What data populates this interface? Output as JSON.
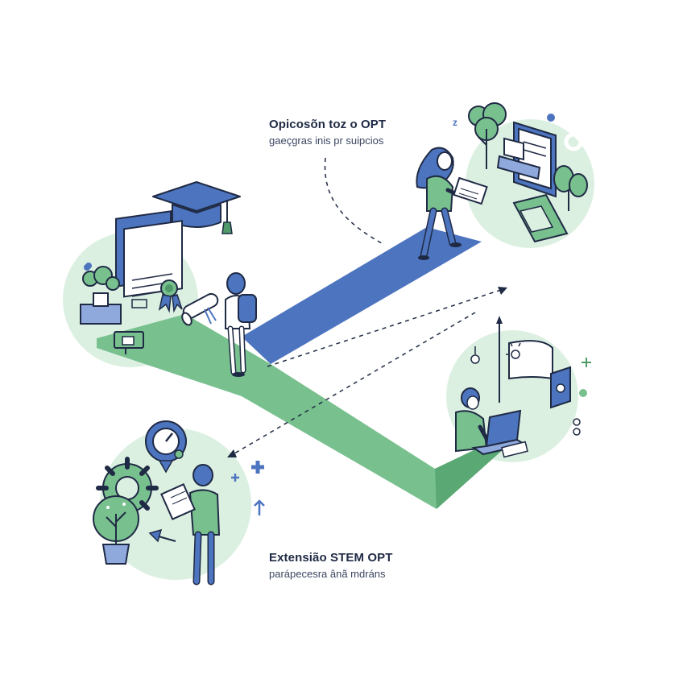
{
  "labels": {
    "top": {
      "title": "Opicosõn toz o OPT",
      "subtitle": "gaeçgras inis pr suipcios"
    },
    "bottom": {
      "title": "Extensião STEM OPT",
      "subtitle": "parápecesra ânã mdráns"
    }
  },
  "colors": {
    "navy": "#1f2a44",
    "blue": "#4d74bf",
    "blue_light": "#8fa9dd",
    "green": "#79c08f",
    "green_dark": "#4f9a68",
    "mint": "#dcf0e2",
    "ink": "#1f2a44"
  },
  "icons": [
    "graduation-cap-icon",
    "diploma-certificate-icon",
    "rolled-diploma-icon",
    "ribbon-badge-icon",
    "gauge-icon",
    "gear-icon",
    "plant-icon",
    "laptop-icon",
    "lightbulb-icon",
    "plus-icon"
  ]
}
